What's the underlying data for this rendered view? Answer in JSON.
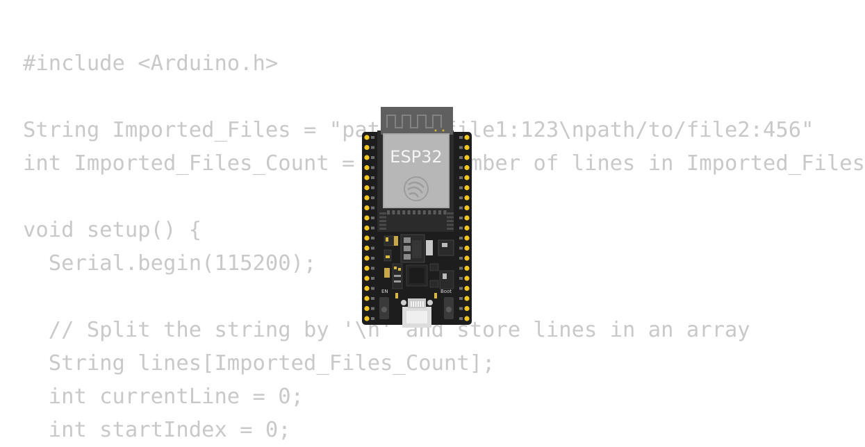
{
  "code": {
    "lines": [
      "#include <Arduino.h>",
      "",
      "String Imported_Files = \"path/to/file1:123\\npath/to/file2:456\"",
      "int Imported_Files_Count = 2; // Number of lines in Imported_Files",
      "",
      "void setup() {",
      "  Serial.begin(115200);",
      "",
      "  // Split the string by '\\n' and store lines in an array",
      "  String lines[Imported_Files_Count];",
      "  int currentLine = 0;",
      "  int startIndex = 0;"
    ]
  },
  "board": {
    "title": "ESP32",
    "en_label": "EN",
    "boot_label": "Boot"
  },
  "colors": {
    "code_text": "#c9c9c9",
    "board_body": "#1d1d1d",
    "pin_gold": "#f3c623",
    "module_shield": "#b7b7b7",
    "antenna": "#5e5e5e"
  }
}
